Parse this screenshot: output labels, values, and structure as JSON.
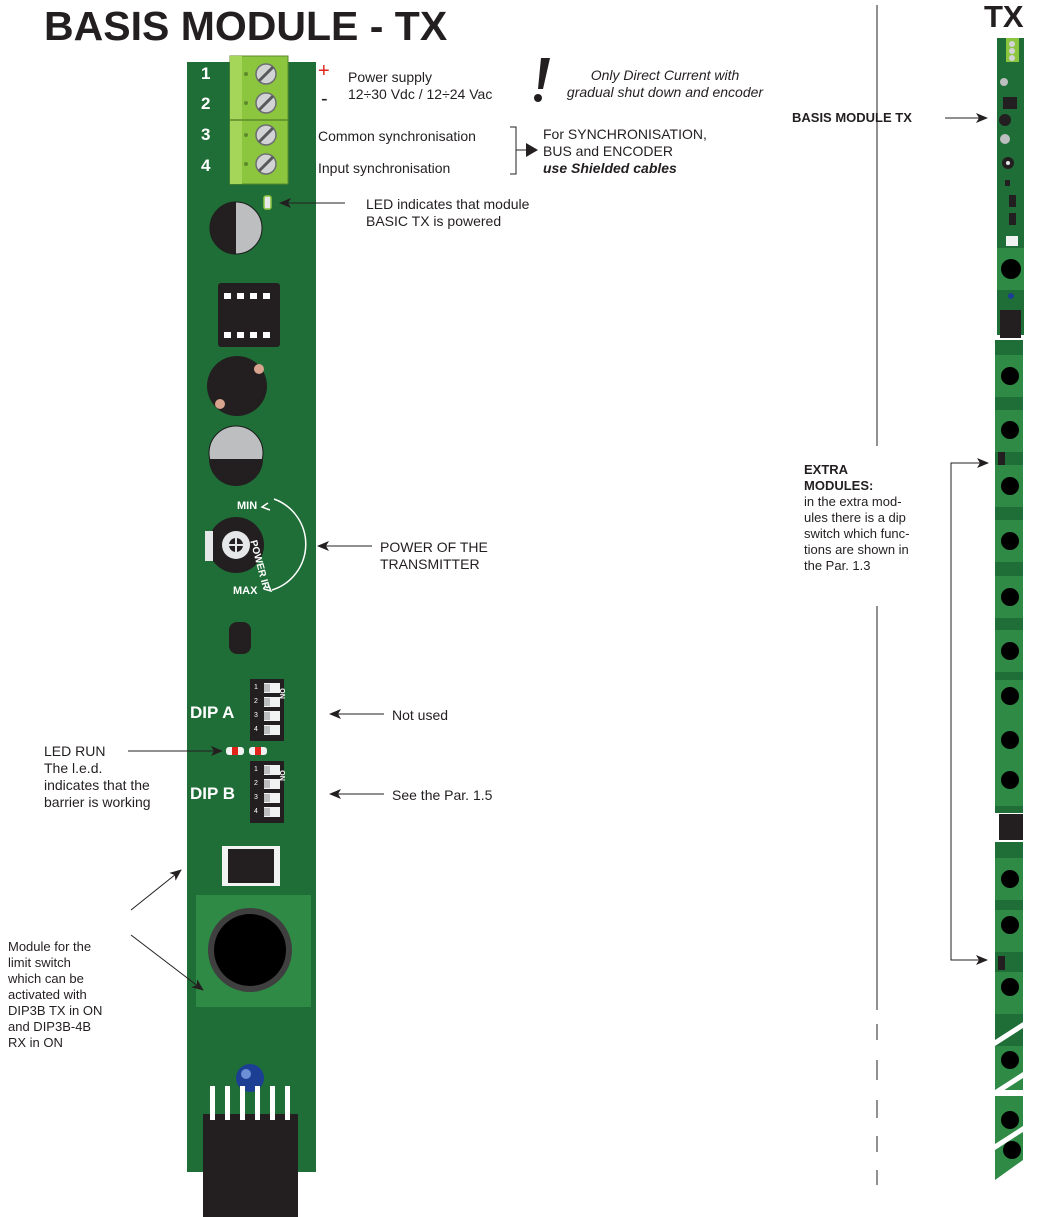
{
  "title": "BASIS MODULE - TX",
  "title_right": "TX",
  "terminals": [
    "1",
    "2",
    "3",
    "4"
  ],
  "polarity": {
    "plus": "+",
    "minus": "-"
  },
  "power_supply": {
    "line1": "Power supply",
    "line2": "12÷30 Vdc / 12÷24 Vac"
  },
  "warning": {
    "mark": "!",
    "line1": "Only Direct Current with",
    "line2": "gradual shut down and encoder"
  },
  "sync": {
    "common": "Common synchronisation",
    "input": "Input synchronisation",
    "note_line1": "For SYNCHRONISATION,",
    "note_line2": "BUS and ENCODER",
    "note_line3": "use Shielded cables"
  },
  "led_power": {
    "line1": "LED indicates that module",
    "line2": "BASIC TX is powered"
  },
  "potentiometer": {
    "min": "MIN",
    "max": "MAX",
    "power_ir": "POWER IR",
    "label_line1": "POWER OF THE",
    "label_line2": "TRANSMITTER"
  },
  "dip_a": {
    "name": "DIP A",
    "on": "ON",
    "numbers": [
      "1",
      "2",
      "3",
      "4"
    ],
    "note": "Not used"
  },
  "dip_b": {
    "name": "DIP B",
    "on": "ON",
    "numbers": [
      "1",
      "2",
      "3",
      "4"
    ],
    "note": "See the Par. 1.5"
  },
  "led_run": {
    "line1": "LED RUN",
    "line2": "The l.e.d.",
    "line3": "indicates that the",
    "line4": "barrier is working"
  },
  "limit_switch": [
    "Module for the",
    "limit switch",
    "which can be",
    "activated with",
    "DIP3B TX in ON",
    "and DIP3B-4B",
    "RX in ON"
  ],
  "basis_module_tx": "BASIS MODULE TX",
  "extra_modules": {
    "heading_line1": "EXTRA",
    "heading_line2": "MODULES:",
    "body": [
      "in the extra mod-",
      "ules there is a dip",
      "switch which func-",
      "tions are shown in",
      "the Par. 1.3"
    ]
  },
  "colors": {
    "pcb": "#1f6e37",
    "pcb_light": "#2f8a45",
    "terminal": "#8cc63f",
    "text": "#231f20",
    "red": "#e1251b"
  }
}
